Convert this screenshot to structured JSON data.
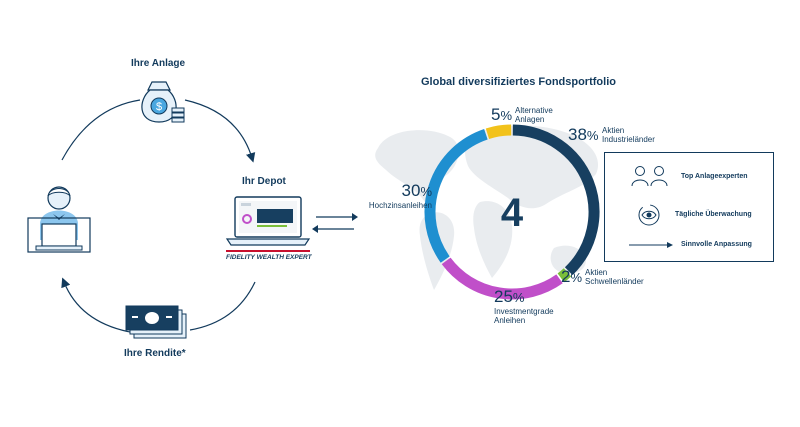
{
  "left": {
    "anlage_label": "Ihre Anlage",
    "depot_label": "Ihr Depot",
    "rendite_label": "Ihre Rendite*",
    "brand": "FIDELITY WEALTH EXPERT",
    "money_symbol": "$"
  },
  "chart_data": {
    "type": "pie",
    "title": "Global diversifiziertes Fondsportfolio",
    "center_text": "4",
    "series": [
      {
        "pct": "38",
        "label_line1": "Aktien",
        "label_line2": "Industrieländer",
        "value": 38,
        "color": "#173f60"
      },
      {
        "pct": "2",
        "label_line1": "Aktien",
        "label_line2": "Schwellenländer",
        "value": 2,
        "color": "#7bbf3a"
      },
      {
        "pct": "25",
        "label_line1": "Investmentgrade",
        "label_line2": "Anleihen",
        "value": 25,
        "color": "#c04fc9"
      },
      {
        "pct": "30",
        "label_line1": "Hochzinsanleihen",
        "label_line2": "",
        "value": 30,
        "color": "#1f8fd0"
      },
      {
        "pct": "5",
        "label_line1": "Alternative",
        "label_line2": "Anlagen",
        "value": 5,
        "color": "#f2c21b"
      }
    ]
  },
  "legend": {
    "item1": "Top Anlageexperten",
    "item2": "Tägliche Überwachung",
    "item3": "Sinnvolle Anpassung"
  },
  "pct_sign": "%"
}
